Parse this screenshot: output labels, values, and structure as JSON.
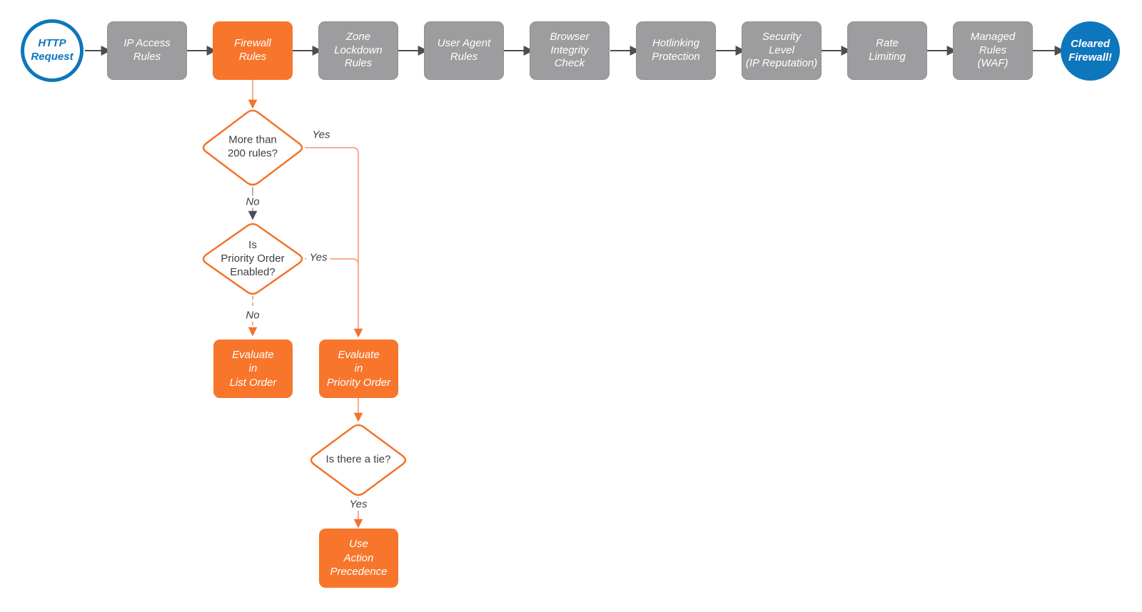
{
  "colors": {
    "background": "#ffffff",
    "orange_fill": "#f7762c",
    "orange_stroke": "#f4722b",
    "orange_line": "#f9a084",
    "blue": "#0d76bc",
    "gray_fill": "#9d9d9f",
    "gray_border": "#85868a",
    "gray_line": "#a9aaac",
    "arrow_dark": "#4d4e50",
    "text_dark": "#3e3e3e"
  },
  "main_flow": {
    "start": "HTTP\nRequest",
    "stages": [
      {
        "label": "IP Access\nRules"
      },
      {
        "label": "Firewall\nRules"
      },
      {
        "label": "Zone\nLockdown\nRules"
      },
      {
        "label": "User Agent\nRules"
      },
      {
        "label": "Browser\nIntegrity\nCheck"
      },
      {
        "label": "Hotlinking\nProtection"
      },
      {
        "label": "Security\nLevel\n(IP Reputation)"
      },
      {
        "label": "Rate\nLimiting"
      },
      {
        "label": "Managed\nRules\n(WAF)"
      }
    ],
    "end": "Cleared\nFirewall!"
  },
  "firewall_branch": {
    "decision_rules_count": {
      "question": "More than\n200 rules?",
      "yes_label": "Yes",
      "no_label": "No"
    },
    "decision_priority_order": {
      "question": "Is\nPriority Order\nEnabled?",
      "yes_label": "Yes",
      "no_label": "No"
    },
    "evaluate_list_order": {
      "label": "Evaluate\nin\nList Order"
    },
    "evaluate_priority_order": {
      "label": "Evaluate\nin\nPriority Order"
    },
    "decision_tie": {
      "question": "Is there a tie?",
      "yes_label": "Yes"
    },
    "use_action_precedence": {
      "label": "Use\nAction\nPrecedence"
    }
  }
}
